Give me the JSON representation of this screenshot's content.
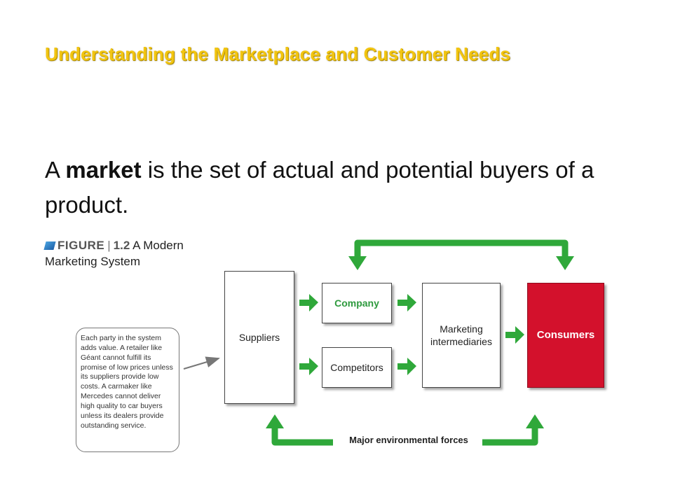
{
  "slide": {
    "title": "Understanding the Marketplace and Customer Needs",
    "sentence_lead": "A ",
    "sentence_term": "market",
    "sentence_rest": " is the set of actual and potential buyers of a product."
  },
  "figure": {
    "label_word": "FIGURE",
    "label_number": "1.2",
    "label_title_line1": "A Modern",
    "label_title_line2": "Marketing System"
  },
  "diagram": {
    "suppliers": "Suppliers",
    "company": "Company",
    "competitors": "Competitors",
    "intermediaries": "Marketing intermediaries",
    "consumers": "Consumers",
    "environmental_forces": "Major environmental forces",
    "note": "Each party in the system adds value. A retailer like Géant cannot fulfill its promise of low prices unless its suppliers provide low costs. A carmaker like Mercedes cannot deliver high quality to car buyers unless its dealers provide outstanding service."
  },
  "colors": {
    "title": "#f2c511",
    "arrow_green": "#2fa83a",
    "consumers_fill": "#d3112c"
  }
}
